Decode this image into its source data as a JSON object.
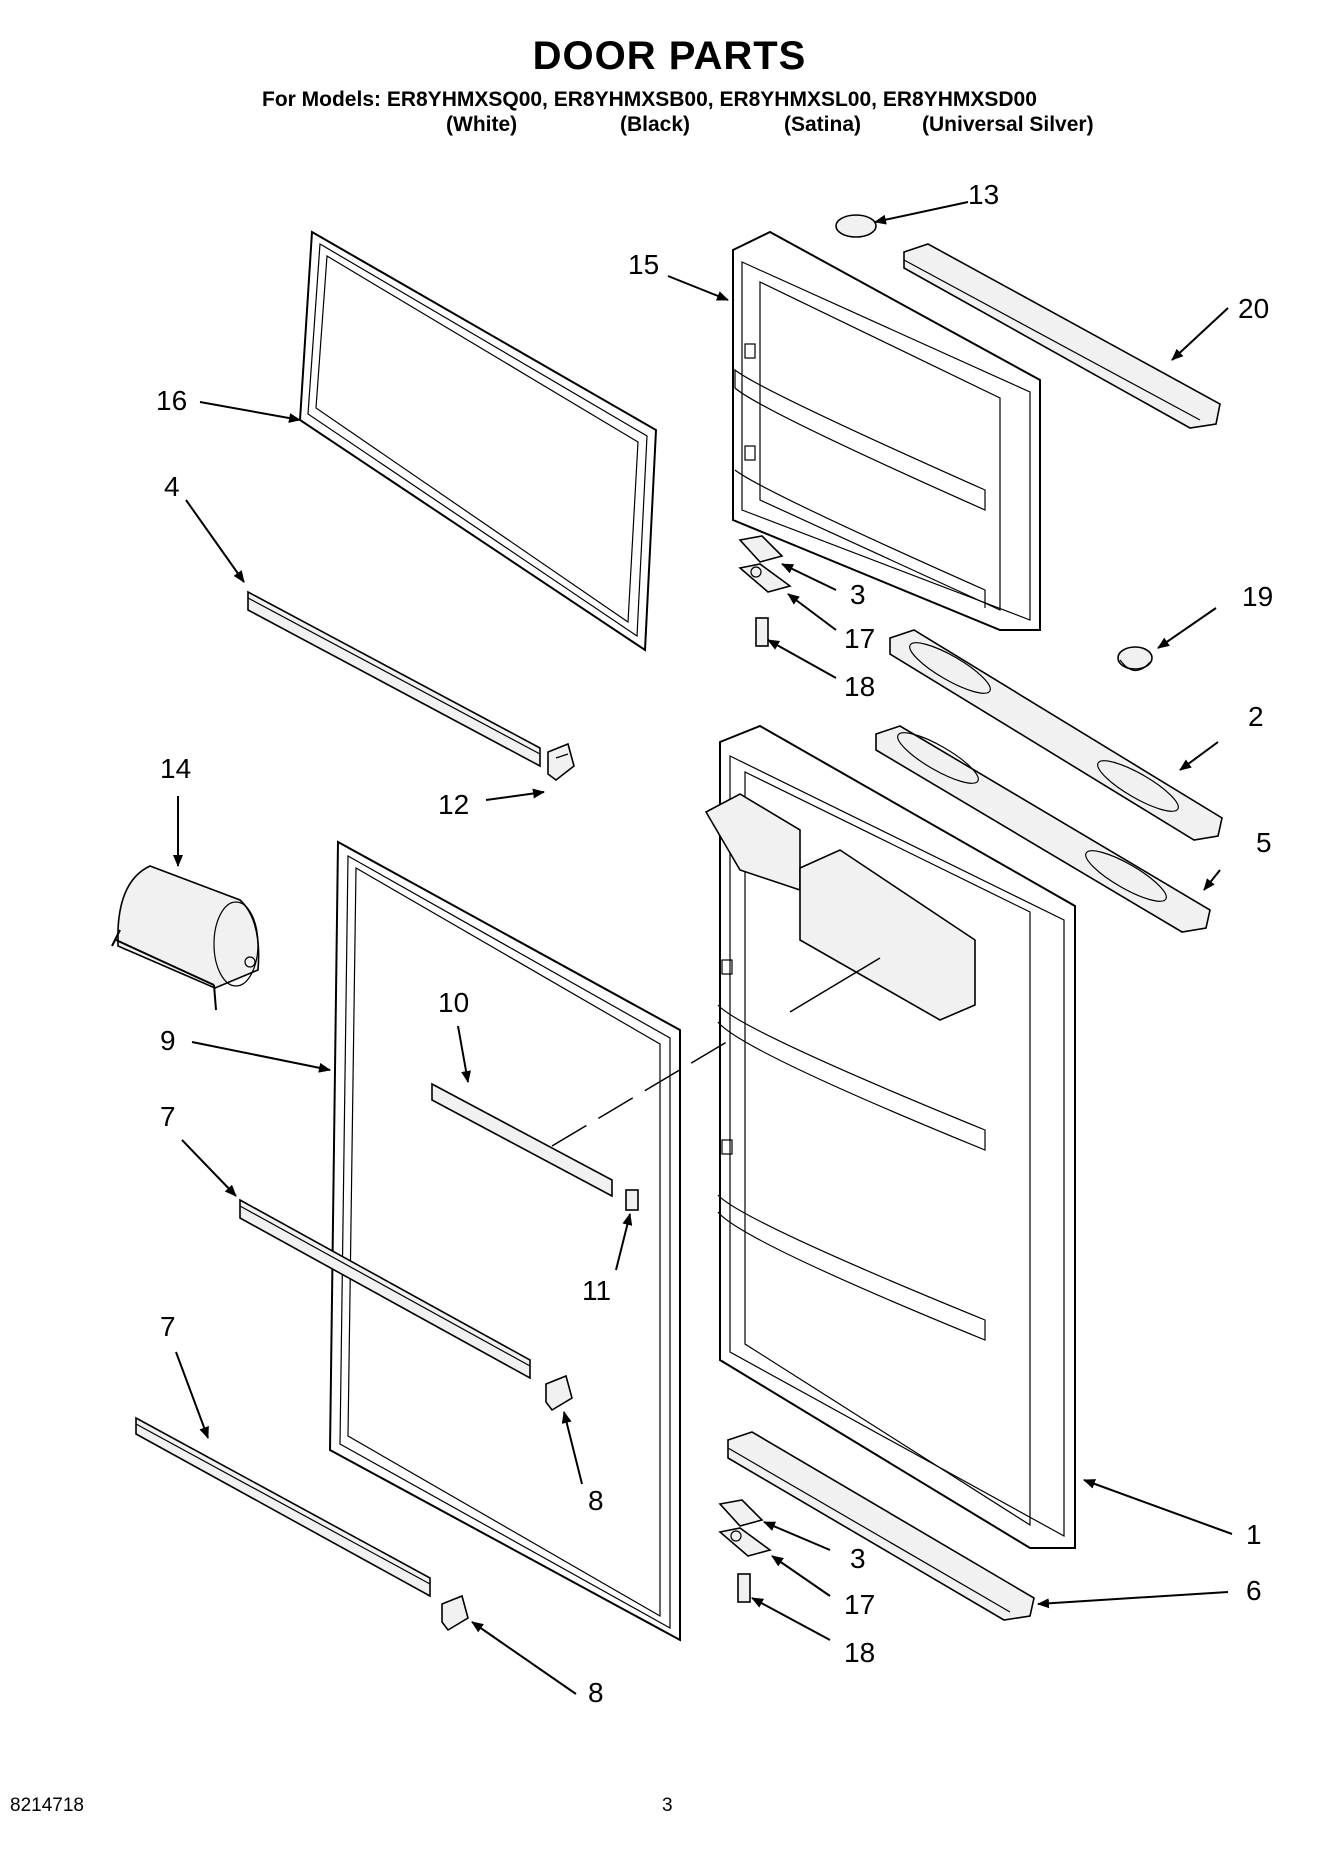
{
  "header": {
    "title": "DOOR PARTS",
    "models_line": "For Models: ER8YHMXSQ00, ER8YHMXSB00, ER8YHMXSL00, ER8YHMXSD00",
    "variants": [
      "(White)",
      "(Black)",
      "(Satina)",
      "(Universal Silver)"
    ]
  },
  "callouts": [
    "1",
    "2",
    "3",
    "4",
    "5",
    "6",
    "7",
    "8",
    "9",
    "10",
    "11",
    "12",
    "13",
    "14",
    "15",
    "16",
    "17",
    "18",
    "19",
    "20",
    "3",
    "17",
    "18",
    "7",
    "8"
  ],
  "footer": {
    "doc_number": "8214718",
    "page_number": "3"
  }
}
